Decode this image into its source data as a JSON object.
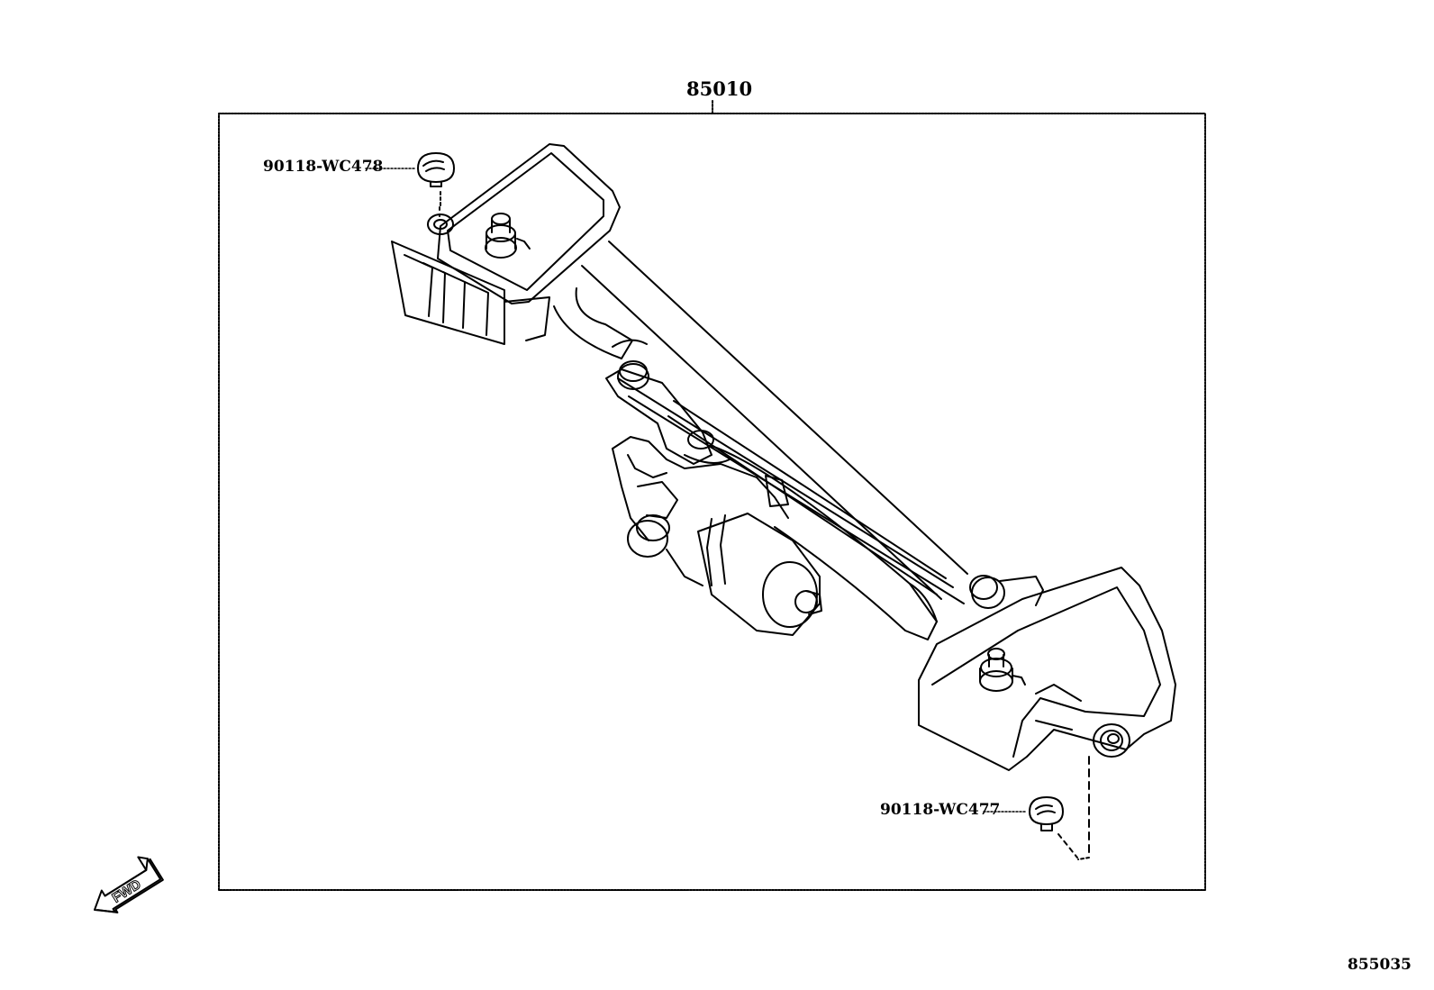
{
  "diagram": {
    "assembly_part_number": "85010",
    "callouts": [
      {
        "id": "bolt-upper",
        "part_number": "90118-WC478"
      },
      {
        "id": "bolt-lower",
        "part_number": "90118-WC477"
      }
    ],
    "direction_arrow_text": "FWD",
    "illustration_number": "855035",
    "line_color": "#000000",
    "background": "#ffffff"
  }
}
